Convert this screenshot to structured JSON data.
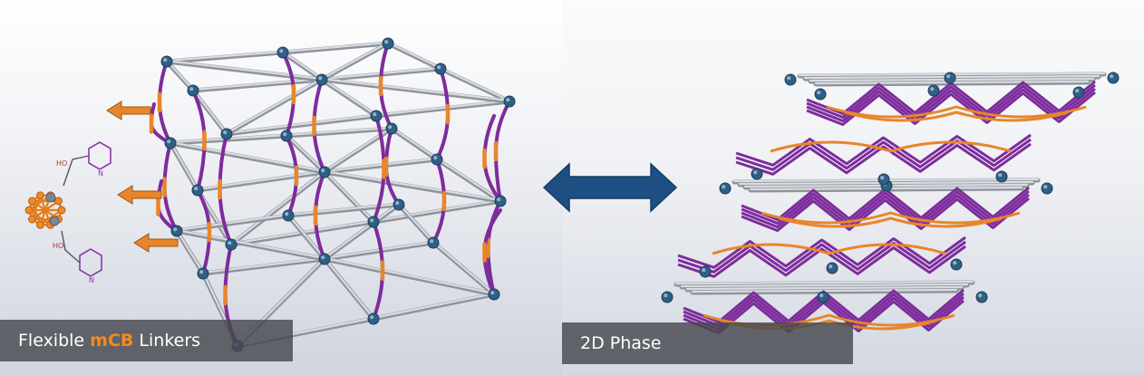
{
  "left_panel": {
    "caption_prefix": "Flexible ",
    "caption_accent": "mCB",
    "caption_suffix": " Linkers",
    "molecule_labels": {
      "hydroxyl_top": "HO",
      "hydroxyl_bottom": "HO",
      "nitrogen_top": "N",
      "nitrogen_bottom": "N"
    }
  },
  "right_panel": {
    "caption": "2D Phase"
  },
  "colors": {
    "accent": "#f28a1e",
    "linker_purple": "#7d2c9c",
    "linker_orange": "#e9852a",
    "strut_gray": "#b8bcc4",
    "node_blue": "#2f5f84",
    "arrow_blue": "#1e4f82",
    "caption_bg": "#46484e"
  },
  "icons": {
    "left_arrows": "orange-arrow-icon",
    "transition_arrow": "double-headed-arrow-icon",
    "molecule": "mcb-linker-molecule-icon"
  }
}
